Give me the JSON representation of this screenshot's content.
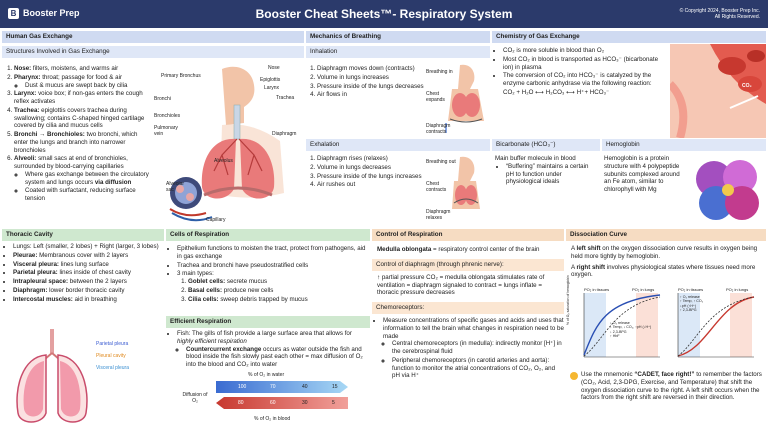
{
  "header": {
    "brand": "Booster Prep",
    "title": "Booster Cheat Sheets™- Respiratory System",
    "copyright_line1": "© Copyright 2024, Booster Prep Inc.",
    "copyright_line2": "All Rights Reserved."
  },
  "gas_exchange": {
    "heading": "Human Gas Exchange",
    "subheading": "Structures Involved in Gas Exchange",
    "items": [
      {
        "term": "Nose:",
        "text": " filters, moistens, and warms air"
      },
      {
        "term": "Pharynx:",
        "text": " throat; passage for food & air"
      },
      {
        "term": "Larynx:",
        "text": " voice box; if non-gas enters the cough reflex activates"
      },
      {
        "term": "Trachea:",
        "text": " epiglottis covers trachea during swallowing; contains C-shaped hinged cartilage covered by cilia and mucus cells"
      },
      {
        "term": "Bronchi → Bronchioles:",
        "text": " two bronchi, which enter the lungs and branch into narrower bronchioles"
      },
      {
        "term": "Alveoli:",
        "text": " small sacs at end of bronchioles, surrounded by blood-carrying capillaries"
      }
    ],
    "pharynx_sub": "Dust & mucus are swept back by cilia",
    "alveoli_sub1_a": "Where gas exchange between the circulatory system and lungs occurs ",
    "alveoli_sub1_b": "via diffusion",
    "alveoli_sub2": "Coated with surfactant, reducing surface tension",
    "labels": {
      "nose": "Nose",
      "primary_bronchus": "Primary Bronchus",
      "epiglottis": "Epiglottis",
      "larynx": "Larynx",
      "trachea": "Trachea",
      "bronchi": "Bronchi",
      "bronchioles": "Bronchioles",
      "pulmonary_vein": "Pulmonary vein",
      "diaphragm": "Diaphragm",
      "alveolus": "Alveolus",
      "alveolar_sac": "Alveolar sac",
      "capillary": "Capillary"
    }
  },
  "mechanics": {
    "heading": "Mechanics of Breathing",
    "inhalation": {
      "heading": "Inhalation",
      "items": [
        "Diaphragm moves down (contracts)",
        "Volume in lungs increases",
        "Pressure inside of the lungs decreases",
        "Air flows in"
      ],
      "fig": [
        "Breathing in",
        "Chest expands",
        "Diaphragm contracts"
      ]
    },
    "exhalation": {
      "heading": "Exhalation",
      "items": [
        "Diaphragm rises (relaxes)",
        "Volume in lungs decreases",
        "Pressure inside of the lungs increases",
        "Air rushes out"
      ],
      "fig": [
        "Breathing out",
        "Chest contracts",
        "Diaphragm relaxes"
      ]
    }
  },
  "chemistry": {
    "heading": "Chemistry of Gas Exchange",
    "items": [
      "CO₂ is more soluble in blood than O₂",
      "Most CO₂ in blood is transported as HCO₃⁻ (bicarbonate ion) in plasma",
      "The conversion of CO₂ into HCO₃⁻ is catalyzed by the enzyme carbonic anhydrase via the following reaction:"
    ],
    "reaction": "CO₂ + H₂O ⟷ H₂CO₃ ⟷ H⁺+ HCO₃⁻",
    "fig_label": "CO₂",
    "bicarbonate": {
      "heading": "Bicarbonate (HCO₃⁻)",
      "text": "Main buffer molecule in blood",
      "sub": "“Buffering” maintains a certain pH to function under physiological ideals"
    },
    "hemoglobin": {
      "heading": "Hemoglobin",
      "text": "Hemoglobin is a protein structure with 4 polypeptide subunits complexed   around an Fe atom, similar to chlorophyll with Mg"
    }
  },
  "thoracic": {
    "heading": "Thoracic Cavity",
    "items": [
      {
        "term": "",
        "text": "Lungs: Left (smaller, 2 lobes) + Right (larger, 3 lobes)"
      },
      {
        "term": "Pleurae:",
        "text": " Membranous cover with 2 layers"
      },
      {
        "term": "Visceral pleura:",
        "text": " lines lung surface"
      },
      {
        "term": "Parietal pleura:",
        "text": " lines inside of chest cavity"
      },
      {
        "term": "Intrapleural space:",
        "text": " between the 2 layers"
      },
      {
        "term": "Diaphragm:",
        "text": " lower border thoracic cavity"
      },
      {
        "term": "Intercostal muscles:",
        "text": " aid in breathing"
      }
    ],
    "labels": {
      "parietal": "Parietal pleura",
      "pleural": "Pleural cavity",
      "visceral": "Visceral pleura"
    }
  },
  "cells": {
    "heading": "Cells of Respiration",
    "items": [
      "Epithelium functions to moisten the tract, protect from pathogens, aid in gas exchange",
      "Trachea and bronchi have pseudostratified cells",
      "3 main types:"
    ],
    "types": [
      {
        "term": "Goblet cells:",
        "text": " secrete mucus"
      },
      {
        "term": "Basal cells:",
        "text": " produce new cells"
      },
      {
        "term": "Cilia cells:",
        "text": " sweep debris trapped by mucus"
      }
    ]
  },
  "efficient": {
    "heading": "Efficient Respiration",
    "fish_a": "Fish: The gills of fish provide a large surface area that allows for ",
    "fish_b": "highly efficient respiration",
    "cc_term": "Countercurrent exchange",
    "cc_text": " occurs as water outside the fish and blood inside the fish slowly past each other = max diffusion of O₂ into the blood and CO₂ into water",
    "diagram": {
      "top_label": "% of O₂ in water",
      "bottom_label": "% of O₂ in blood",
      "side_label": "Diffusion of O₂",
      "water_values": [
        "100",
        "70",
        "40",
        "15"
      ],
      "blood_values": [
        "80",
        "60",
        "30",
        "5"
      ]
    }
  },
  "control": {
    "heading": "Control of Respiration",
    "medulla_term": "Medulla oblongata",
    "medulla_text": " = respiratory control center of the brain",
    "diaphragm_heading": "Control of diaphragm (through phrenic nerve):",
    "diaphragm_text": "↑ partial pressure CO₂ = medulla oblongata stimulates rate of ventilation = diaphragm signaled to contract = lungs inflate = thoracic pressure decreases",
    "chemo_heading": "Chemoreceptors:",
    "chemo_items": [
      "Measure concentrations of specific gases and acids and uses that information to tell the brain what changes in respiration need to be made"
    ],
    "chemo_sub": [
      "Central chemoreceptors (in medulla): indirectly monitor [H⁺] in the cerebrospinal fluid",
      "Peripheral chemoreceptors (in carotid arteries and aorta): function to monitor the atrial concentrations of CO₂, O₂, and pH via H⁺"
    ]
  },
  "dissociation": {
    "heading": "Dissociation Curve",
    "left_a": "A ",
    "left_term": "left shift",
    "left_text": " on the oxygen dissociation curve results in oxygen being held more tightly by hemoglobin.",
    "right_a": "A ",
    "right_term": "right shift",
    "right_text": " involves physiological states where tissues need more oxygen.",
    "mnemonic_a": "Use the mnemonic ",
    "mnemonic_term": "“CADET, face right!”",
    "mnemonic_text": " to remember the factors (CO₂, Acid, 2,3-DPG, Exercise, and Temperature) that shift the oxygen dissociation curve to the right. A left shift occurs when the factors from the right shift are reversed in their direction.",
    "graph_left_title": "PO₂ in tissues",
    "graph_left_title2": "PO₂ in lungs",
    "graph_right_title": "PO₂ in tissues",
    "graph_right_title2": "PO₂ in lungs",
    "left_legend": [
      "↓ O₂ release",
      "↓ Temp, ↓ CO₂, ↑pH (↓H⁺)",
      "↓ 2,3-BPG",
      "↑ HbF"
    ],
    "right_legend": [
      "↑ O₂ release",
      "↑ Temp, ↑ CO₂",
      "↓pH (↑H⁺)",
      "↑ 2,3-BPG"
    ],
    "y_axis": "% of O₂ saturation of hemoglobin"
  },
  "colors": {
    "header": "#2b3a6b",
    "blue_header": "#cfdaf1",
    "green_header": "#cfe8cf",
    "orange_header": "#f6dcc2"
  }
}
